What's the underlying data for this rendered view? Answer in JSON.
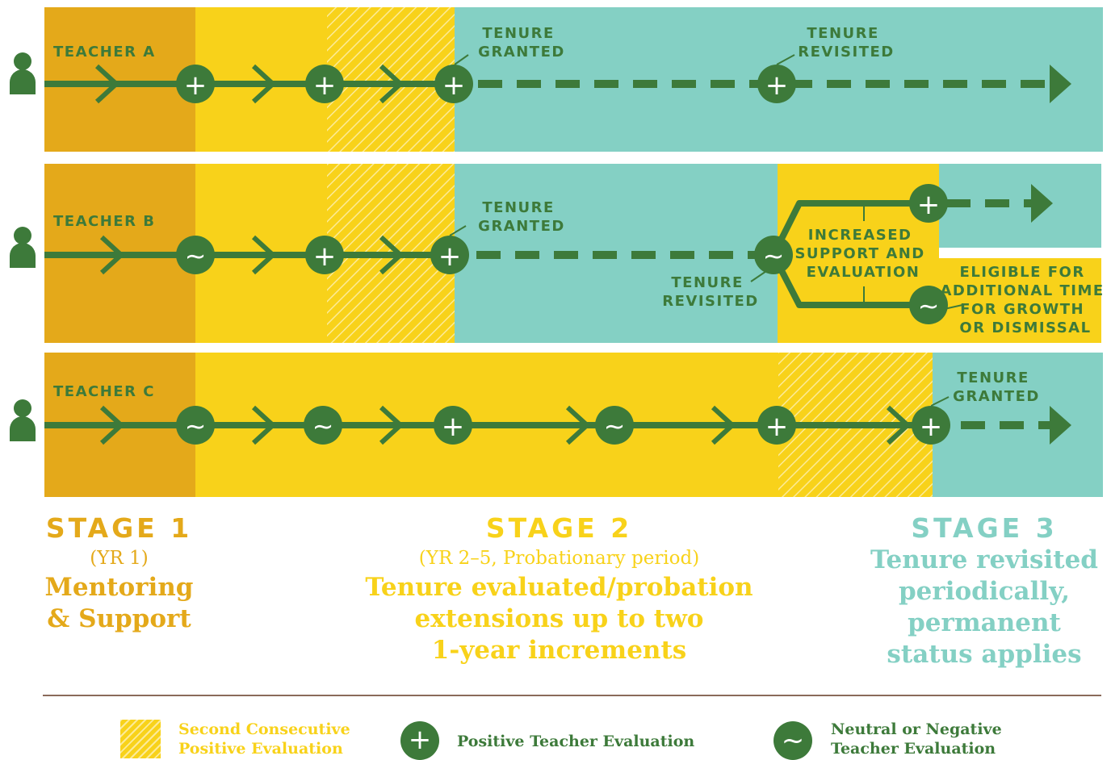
{
  "colors": {
    "stage1": "#e4a91a",
    "stage2": "#f8d21a",
    "stage3": "#84d0c4",
    "line": "#3d7a3a",
    "divider": "#8a6a5a"
  },
  "teachers": [
    {
      "label": "TEACHER A"
    },
    {
      "label": "TEACHER B"
    },
    {
      "label": "TEACHER C"
    }
  ],
  "annotations": {
    "tenure_granted_a": [
      "TENURE",
      "GRANTED"
    ],
    "tenure_revisited_a": [
      "TENURE",
      "REVISITED"
    ],
    "tenure_granted_b": [
      "TENURE",
      "GRANTED"
    ],
    "tenure_revisited_b": [
      "TENURE",
      "REVISITED"
    ],
    "increased_support": [
      "INCREASED",
      "SUPPORT AND",
      "EVALUATION"
    ],
    "eligible": [
      "ELIGIBLE FOR",
      "ADDITIONAL TIME",
      "FOR GROWTH",
      "OR DISMISSAL"
    ],
    "tenure_granted_c": [
      "TENURE",
      "GRANTED"
    ]
  },
  "symbols": {
    "positive": "+",
    "neutral": "~"
  },
  "evaluations": {
    "teacher_a": [
      "+",
      "+",
      "+",
      "+"
    ],
    "teacher_b": [
      "~",
      "+",
      "+",
      "~",
      "+",
      "~"
    ],
    "teacher_c": [
      "~",
      "~",
      "+",
      "~",
      "+",
      "+"
    ]
  },
  "stages": [
    {
      "title": "STAGE 1",
      "subtitle": "(YR 1)",
      "description": [
        "Mentoring",
        "& Support"
      ]
    },
    {
      "title": "STAGE 2",
      "subtitle": "(YR 2–5, Probationary period)",
      "description": [
        "Tenure evaluated/probation",
        "extensions up to two",
        "1-year increments"
      ]
    },
    {
      "title": "STAGE 3",
      "subtitle": "",
      "description": [
        "Tenure revisited",
        "periodically,",
        "permanent",
        "status applies"
      ]
    }
  ],
  "legend": {
    "hatched": [
      "Second Consecutive",
      "Positive Evaluation"
    ],
    "positive": "Positive Teacher Evaluation",
    "neutral": [
      "Neutral or Negative",
      "Teacher Evaluation"
    ]
  }
}
